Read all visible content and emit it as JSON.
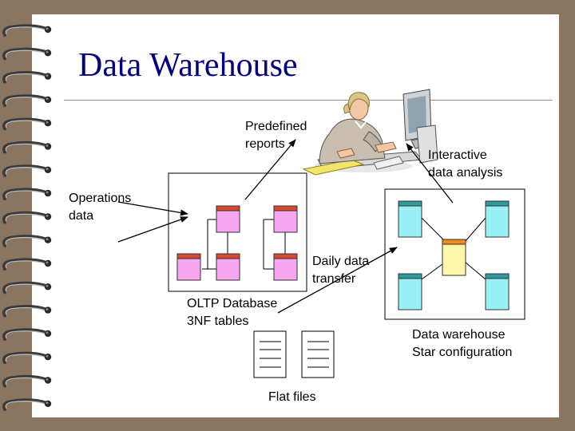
{
  "title": "Data Warehouse",
  "labels": {
    "predefined_reports": [
      "Predefined",
      "reports"
    ],
    "interactive_analysis": [
      "Interactive",
      "data analysis"
    ],
    "operations_data": [
      "Operations",
      "data"
    ],
    "daily_transfer": [
      "Daily data",
      "transfer"
    ],
    "oltp_database": [
      "OLTP Database",
      "3NF tables"
    ],
    "data_warehouse": [
      "Data warehouse",
      "Star configuration"
    ],
    "flat_files": "Flat files"
  },
  "icons": {
    "clipart": "person-at-computer-icon",
    "flat_file": "document-icon",
    "table": "table-icon"
  },
  "colors": {
    "background": "#8a7560",
    "title": "#000080",
    "oltp_table_fill": "#f7a6f0",
    "oltp_table_header": "#d9472f",
    "dim_table_fill": "#99f0f7",
    "dim_table_header": "#2e9a9e",
    "fact_table_fill": "#fdf7a9",
    "fact_table_header": "#f28b1a"
  }
}
